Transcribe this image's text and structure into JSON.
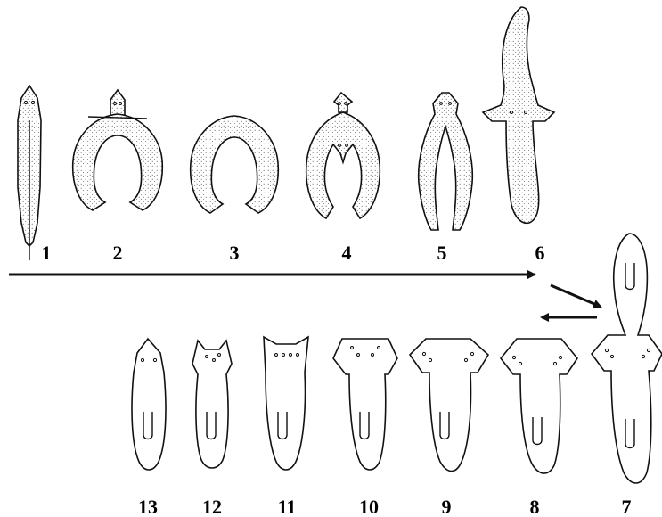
{
  "stages": [
    {
      "label": "1",
      "shape": "elongated worm, stippled, with cut line"
    },
    {
      "label": "2",
      "shape": "horseshoe, stippled, with cut line"
    },
    {
      "label": "3",
      "shape": "horseshoe, stippled"
    },
    {
      "label": "4",
      "shape": "horseshoe with head, stippled"
    },
    {
      "label": "5",
      "shape": "forked body, stippled"
    },
    {
      "label": "6",
      "shape": "T-shaped with long posterior, stippled"
    },
    {
      "label": "7",
      "shape": "T-shaped regenerate, outline"
    },
    {
      "label": "8",
      "shape": "arrow-head regenerate, outline"
    },
    {
      "label": "9",
      "shape": "arrow-head regenerate, outline"
    },
    {
      "label": "10",
      "shape": "arrow-head regenerate, outline"
    },
    {
      "label": "11",
      "shape": "truncated head, outline"
    },
    {
      "label": "12",
      "shape": "normalizing head, outline"
    },
    {
      "label": "13",
      "shape": "normal planarian, outline"
    }
  ],
  "arrows": [
    "forward-arrow",
    "diagonal-arrow",
    "return-arrow"
  ],
  "colors": {
    "ink": "#111111",
    "background": "#ffffff"
  }
}
